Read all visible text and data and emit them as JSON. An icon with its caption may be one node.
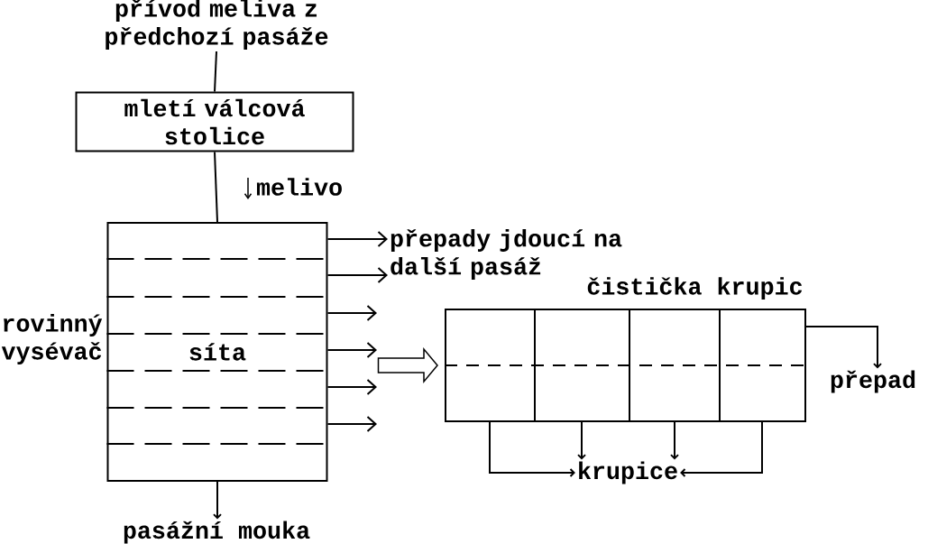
{
  "diagram": {
    "nodes": [
      {
        "text": [
          "přívod meliva z předchozí pasáže"
        ]
      },
      {
        "text": [
          "mletí válcová stolice"
        ]
      },
      {
        "text": [
          "síta"
        ],
        "beside": [
          "rovinný vysévač"
        ]
      },
      {
        "text": [
          "přepady jdoucí na další pasáž"
        ]
      },
      {
        "text": [
          "čistička krupic"
        ]
      },
      {
        "text": [
          "pasážní mouka"
        ]
      },
      {
        "text": [
          "krupice"
        ]
      },
      {
        "text": [
          "přepad"
        ]
      }
    ],
    "edges": [
      {
        "from": 0,
        "to": 1,
        "arrow": "none"
      },
      {
        "from": 1,
        "to": 2,
        "arrow": "none",
        "label": "melivo"
      },
      {
        "from": 2,
        "to": 3,
        "arrow": "to"
      },
      {
        "from": 2,
        "to": 3,
        "arrow": "to"
      },
      {
        "from": 2,
        "to": null,
        "arrow": "to"
      },
      {
        "from": 2,
        "to": null,
        "arrow": "to"
      },
      {
        "from": 2,
        "to": null,
        "arrow": "to"
      },
      {
        "from": 2,
        "to": null,
        "arrow": "to"
      },
      {
        "from": 2,
        "to": 4,
        "arrow": "to"
      },
      {
        "from": 2,
        "to": 5,
        "arrow": "to"
      },
      {
        "from": 4,
        "to": 6,
        "arrow": "to"
      },
      {
        "from": 4,
        "to": 6,
        "arrow": "to"
      },
      {
        "from": 4,
        "to": 6,
        "arrow": "to"
      },
      {
        "from": 4,
        "to": 6,
        "arrow": "to"
      },
      {
        "from": 4,
        "to": 7,
        "arrow": "to"
      }
    ]
  }
}
